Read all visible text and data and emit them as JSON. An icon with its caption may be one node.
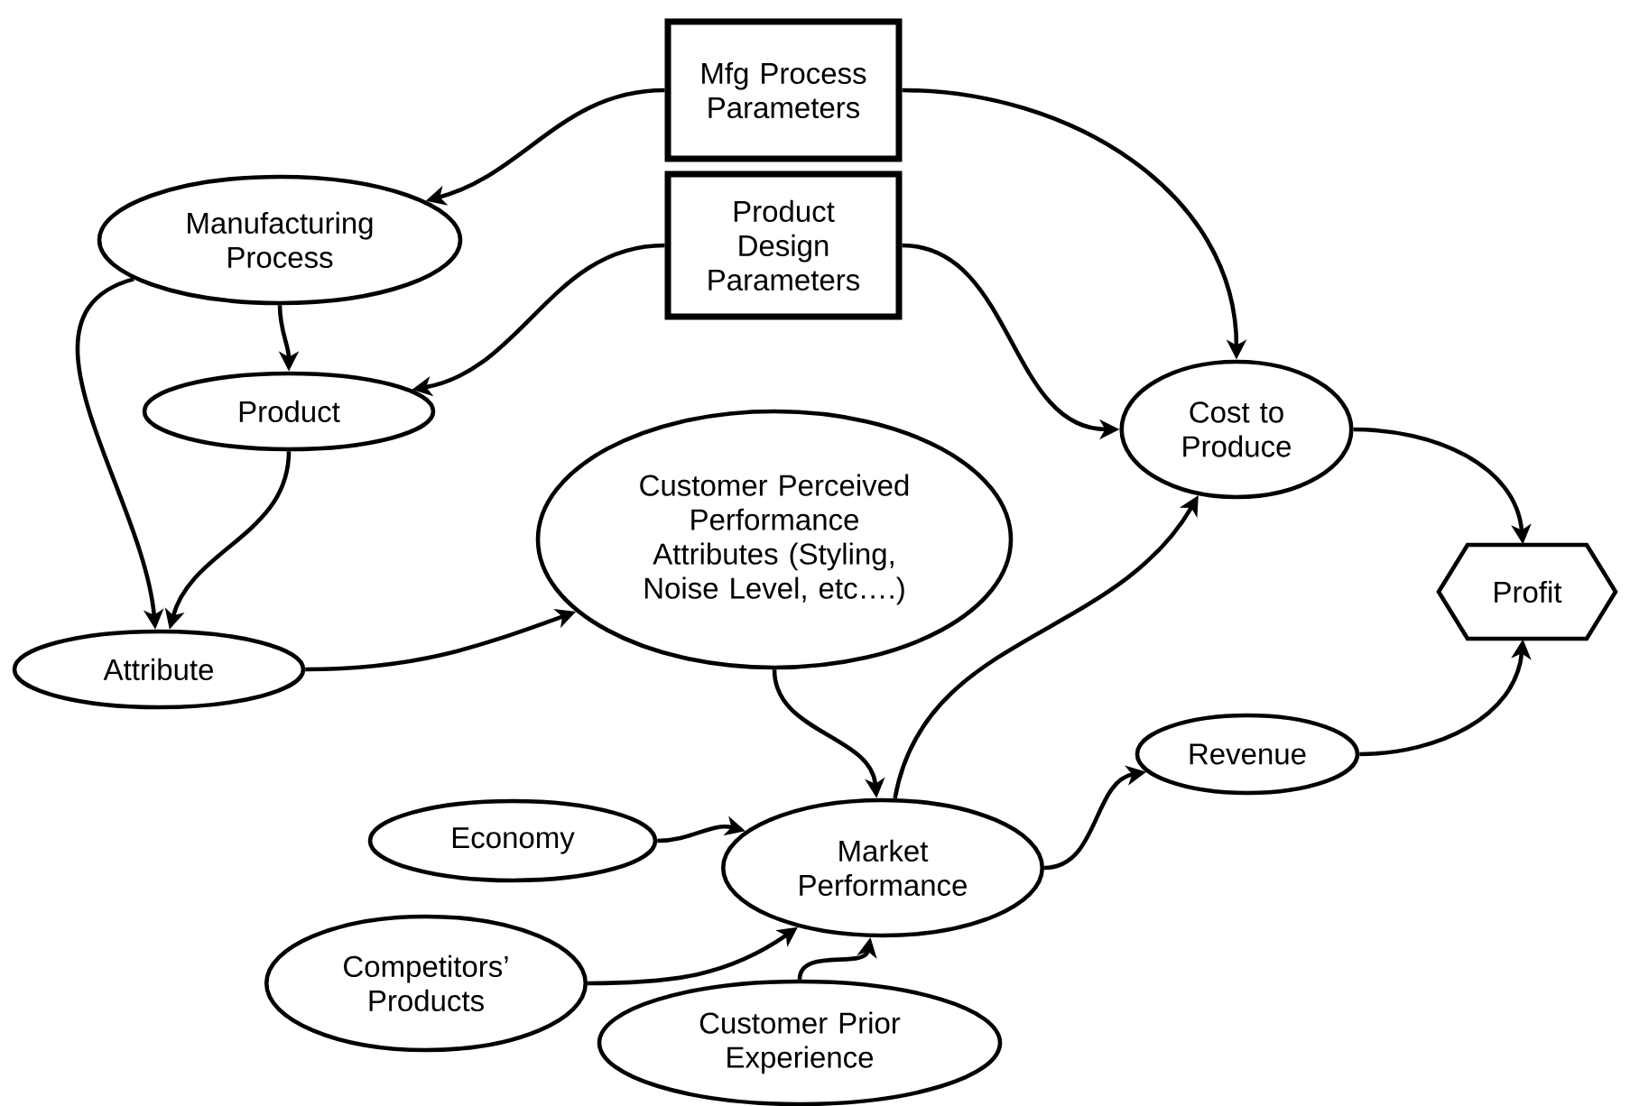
{
  "diagram": {
    "nodes": [
      {
        "text": [
          "Mfg Process Parameters"
        ]
      },
      {
        "text": [
          "Manufacturing Process"
        ]
      },
      {
        "text": [
          "Product Design Parameters"
        ]
      },
      {
        "text": [
          "Product"
        ]
      },
      {
        "text": [
          "Cost to Produce"
        ]
      },
      {
        "text": [
          "Customer Perceived Performance Attributes (Styling, Noise Level, etc….)"
        ]
      },
      {
        "text": [
          "Profit"
        ]
      },
      {
        "text": [
          "Attribute"
        ]
      },
      {
        "text": [
          "Revenue"
        ]
      },
      {
        "text": [
          "Economy"
        ]
      },
      {
        "text": [
          "Market Performance"
        ]
      },
      {
        "text": [
          "Competitors’ Products"
        ]
      },
      {
        "text": [
          "Customer Prior Experience"
        ]
      }
    ],
    "edges": [
      {
        "from": 0,
        "to": 1,
        "arrow": "to"
      },
      {
        "from": 0,
        "to": 4,
        "arrow": "to"
      },
      {
        "from": 2,
        "to": 3,
        "arrow": "to"
      },
      {
        "from": 2,
        "to": 4,
        "arrow": "to"
      },
      {
        "from": 1,
        "to": 3,
        "arrow": "to"
      },
      {
        "from": 1,
        "to": 7,
        "arrow": "to"
      },
      {
        "from": 3,
        "to": 7,
        "arrow": "to"
      },
      {
        "from": 7,
        "to": 5,
        "arrow": "to"
      },
      {
        "from": 5,
        "to": 10,
        "arrow": "to"
      },
      {
        "from": 4,
        "to": 6,
        "arrow": "to"
      },
      {
        "from": 10,
        "to": 4,
        "arrow": "to"
      },
      {
        "from": 10,
        "to": 8,
        "arrow": "to"
      },
      {
        "from": 8,
        "to": 6,
        "arrow": "to"
      },
      {
        "from": 9,
        "to": 10,
        "arrow": "to"
      },
      {
        "from": 11,
        "to": 10,
        "arrow": "to"
      },
      {
        "from": 12,
        "to": 10,
        "arrow": "to"
      }
    ]
  }
}
